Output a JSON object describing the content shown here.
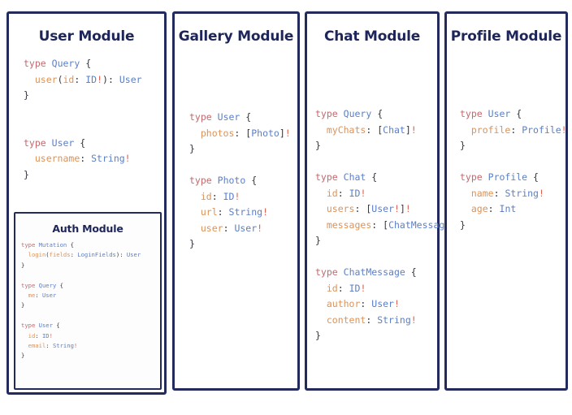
{
  "canvas": {
    "background": "#ffffff",
    "border_color": "#232a5c",
    "title_color": "#1e2659"
  },
  "syntax_colors": {
    "keyword": "#c4696d",
    "type": "#5b7fc7",
    "field": "#dd9257",
    "punctuation": "#33363d",
    "non_null": "#e0614f"
  },
  "modules": [
    {
      "id": "user",
      "title": "User Module",
      "code": "type Query {\n  user(id: ID!): User\n}\n\n\ntype User {\n  username: String!\n}",
      "nested": {
        "id": "auth",
        "title": "Auth Module",
        "code": "type Mutation {\n  login(fields: LoginFields): User\n}\n\ntype Query {\n  me: User\n}\n\ntype User {\n  id: ID!\n  email: String!\n}"
      }
    },
    {
      "id": "gallery",
      "title": "Gallery Module",
      "code": "type User {\n  photos: [Photo]!\n}\n\ntype Photo {\n  id: ID!\n  url: String!\n  user: User!\n}"
    },
    {
      "id": "chat",
      "title": "Chat Module",
      "code": "type Query {\n  myChats: [Chat]!\n}\n\ntype Chat {\n  id: ID!\n  users: [User!]!\n  messages: [ChatMessage]!\n}\n\ntype ChatMessage {\n  id: ID!\n  author: User!\n  content: String!\n}"
    },
    {
      "id": "profile",
      "title": "Profile Module",
      "code": "type User {\n  profile: Profile!\n}\n\ntype Profile {\n  name: String!\n  age: Int\n}"
    }
  ]
}
